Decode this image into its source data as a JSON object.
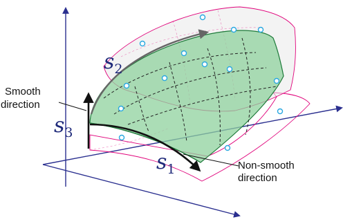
{
  "labels": {
    "s1": {
      "base": "s",
      "sub": "1"
    },
    "s2": {
      "base": "s",
      "sub": "2"
    },
    "s3": {
      "base": "s",
      "sub": "3"
    },
    "smooth_line1": "Smooth",
    "smooth_line2": "direction",
    "nonsmooth_line1": "Non-smooth",
    "nonsmooth_line2": "direction"
  },
  "colors": {
    "axis": "#2a2f8f",
    "surface_fill": "#8fd19e",
    "surface_edge": "#1e7a3a",
    "top_surface_fill": "#e9e9e9",
    "pink": "#e0007a",
    "points": "#29a8e0",
    "grid_dash": "#222222",
    "arrow": "#111111"
  }
}
